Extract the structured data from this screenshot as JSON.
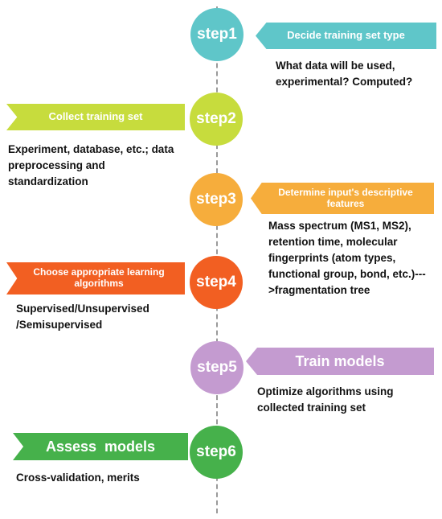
{
  "steps": [
    {
      "label": "step1",
      "color": "#5fc6c9",
      "title": "Decide training set type",
      "description": "What data will be used, experimental? Computed?"
    },
    {
      "label": "step2",
      "color": "#c7dc3d",
      "title": "Collect training set",
      "description": "Experiment, database, etc.; data preprocessing and standardization"
    },
    {
      "label": "step3",
      "color": "#f6ad3c",
      "title": "Determine input's descriptive features",
      "description": "Mass spectrum (MS1, MS2), retention time, molecular fingerprints (atom types, functional group, bond, etc.)--->fragmentation tree"
    },
    {
      "label": "step4",
      "color": "#f25f22",
      "title": "Choose appropriate learning algorithms",
      "description": "Supervised/Unsupervised /Semisupervised"
    },
    {
      "label": "step5",
      "color": "#c49bd0",
      "title": "Train models",
      "description": "Optimize algorithms using collected training set"
    },
    {
      "label": "step6",
      "color": "#46b14b",
      "title": "Assess  models",
      "description": "Cross-validation, merits"
    }
  ]
}
